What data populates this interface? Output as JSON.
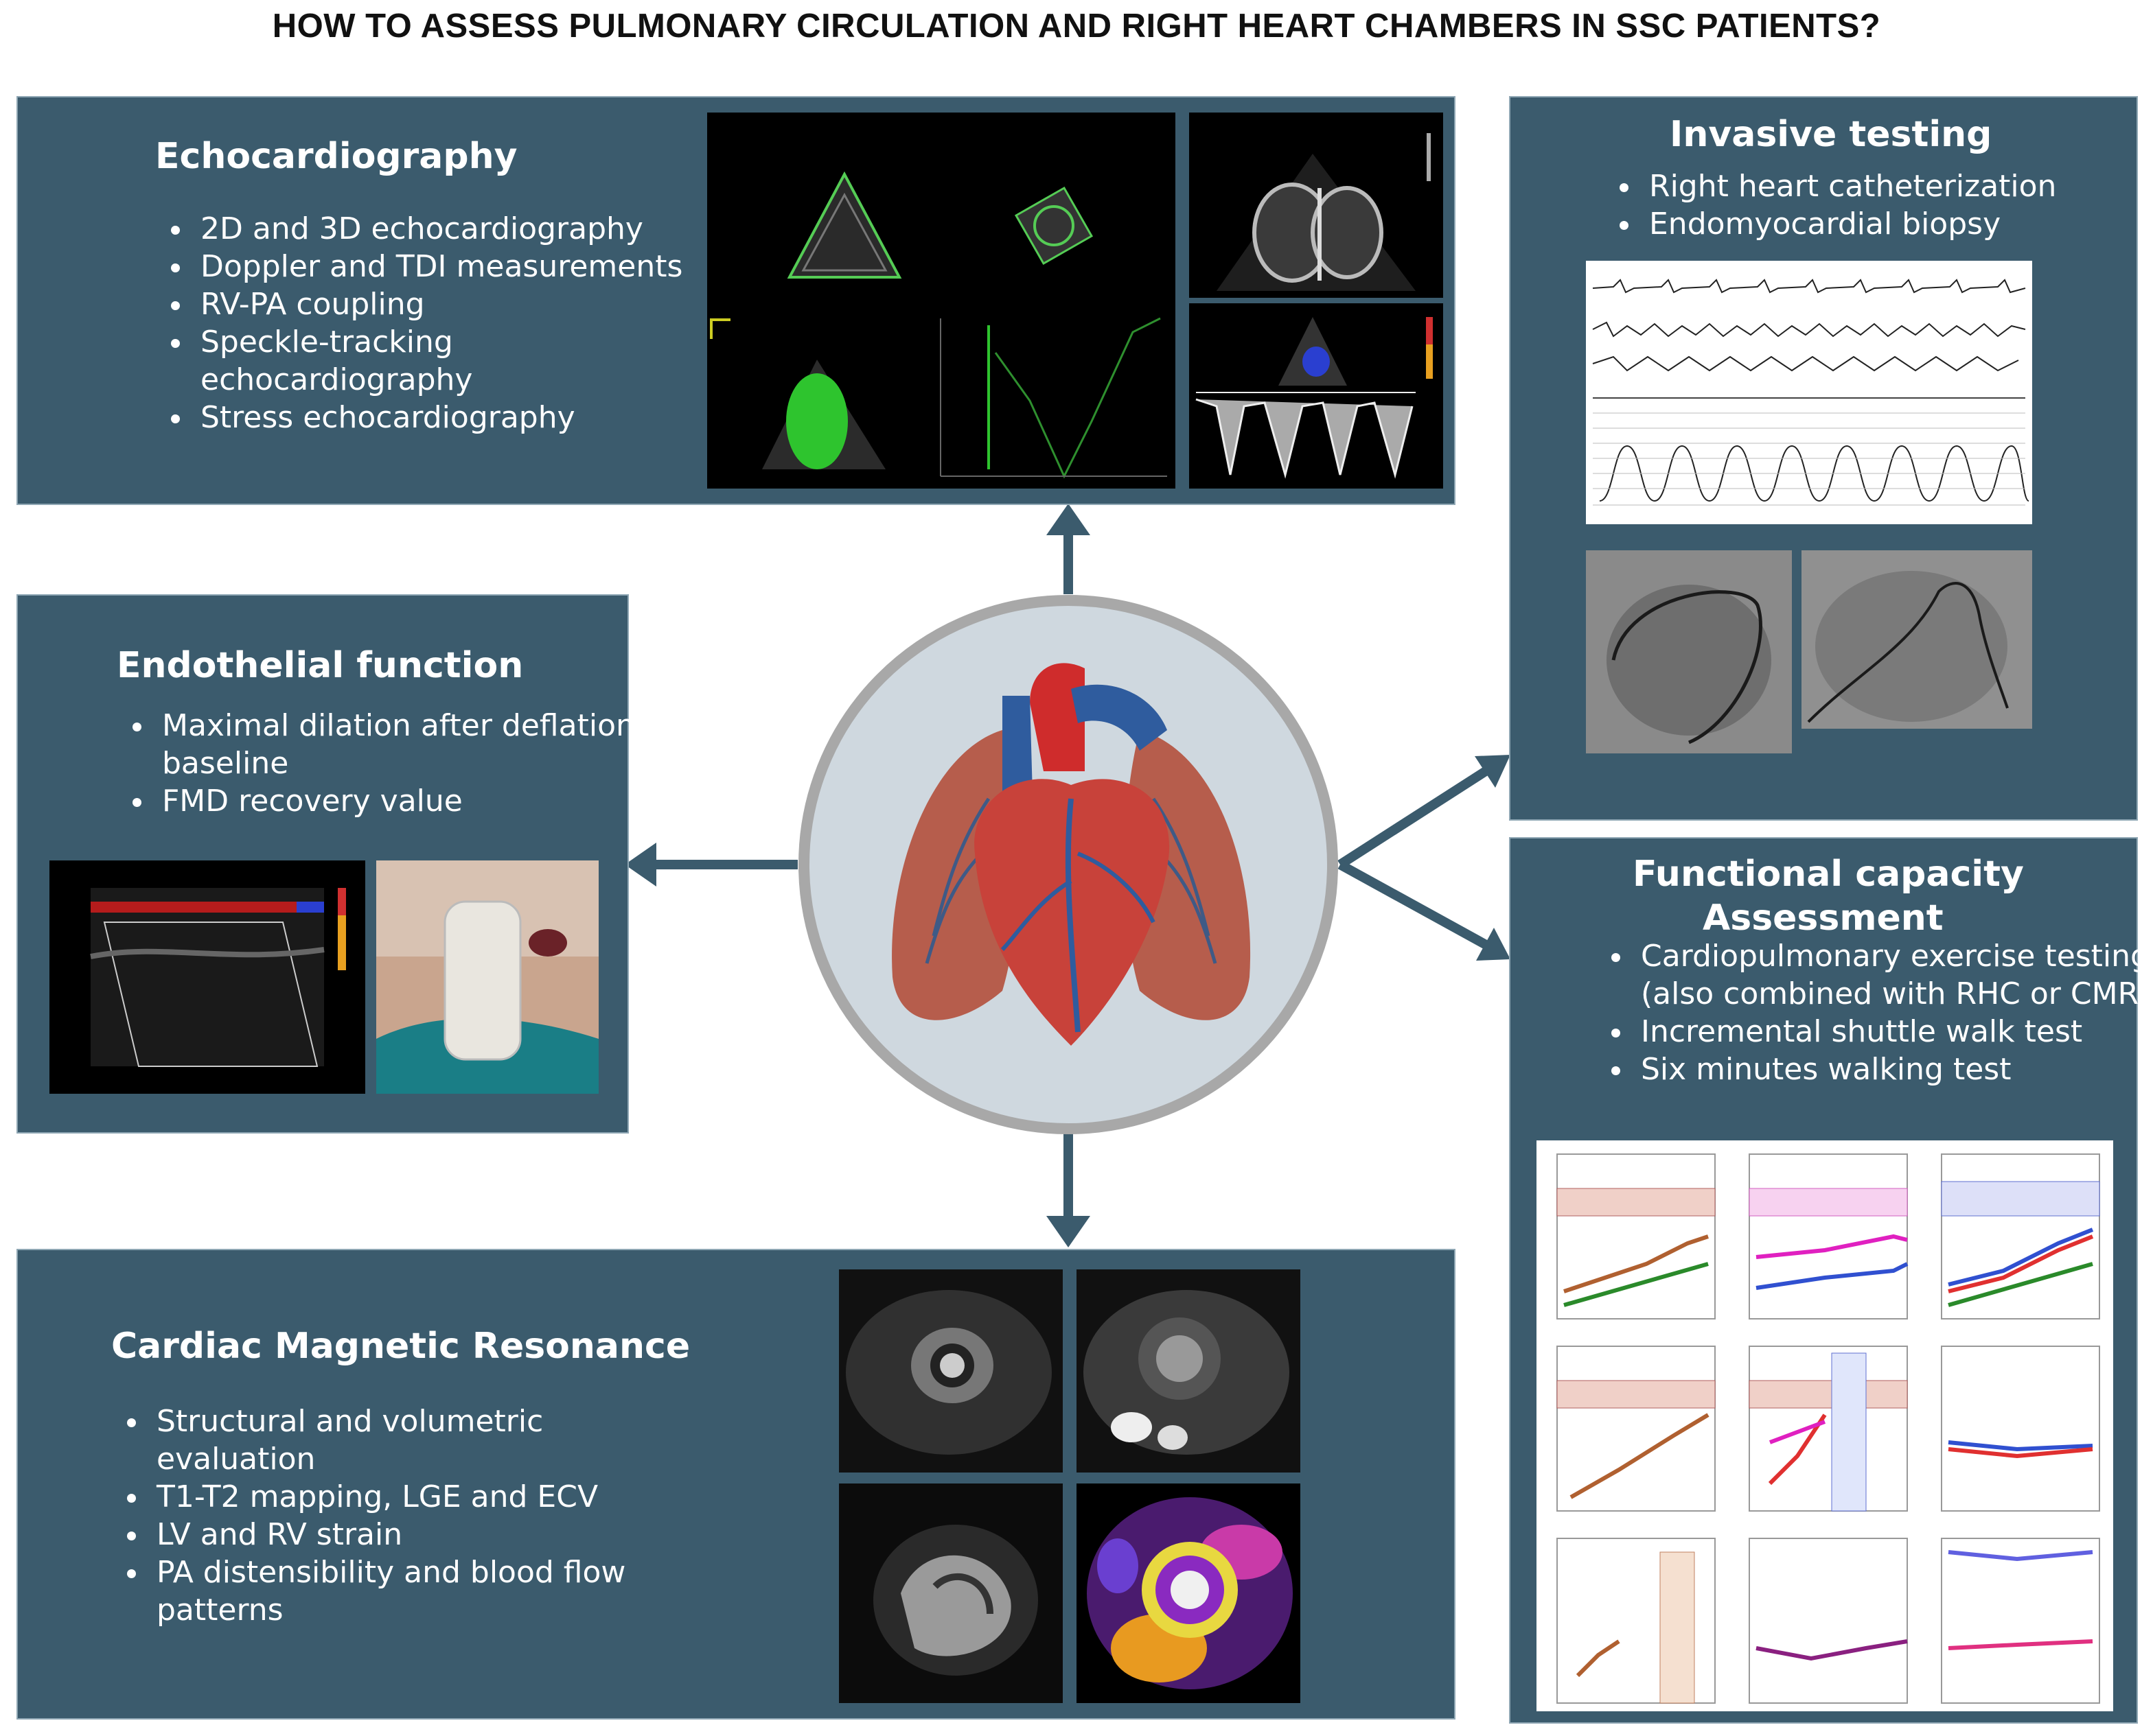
{
  "title": "HOW TO ASSESS PULMONARY CIRCULATION AND RIGHT HEART CHAMBERS IN SSC PATIENTS?",
  "colors": {
    "panel": "#3b5b6d",
    "arrow": "#3b5b6d",
    "circle_fill": "#cfd8df",
    "circle_ring": "#a8a8a8",
    "page": "#ffffff"
  },
  "panels": {
    "echo": {
      "title": "Echocardiography",
      "items": [
        "2D and 3D echocardiography",
        "Doppler and TDI measurements",
        "RV-PA coupling",
        "Speckle-tracking echocardiography",
        "Stress echocardiography"
      ]
    },
    "invasive": {
      "title": "Invasive testing",
      "items": [
        "Right heart catheterization",
        "Endomyocardial biopsy"
      ]
    },
    "endothelial": {
      "title": "Endothelial function",
      "items": [
        "Maximal dilation after deflation baseline",
        "FMD recovery value"
      ]
    },
    "functional": {
      "title_line1": "Functional capacity",
      "title_line2": "Assessment",
      "items": [
        "Cardiopulmonary exercise testing (also combined with RHC or CMR)",
        "Incremental shuttle walk test",
        "Six minutes walking test"
      ]
    },
    "cmr": {
      "title": "Cardiac Magnetic Resonance",
      "items": [
        "Structural and volumetric evaluation",
        "T1-T2 mapping, LGE and ECV",
        "LV and RV strain",
        "PA distensibility and blood flow patterns"
      ]
    }
  },
  "center_icon": "heart-lungs-illustration",
  "connector_icon": "arrow-icon"
}
